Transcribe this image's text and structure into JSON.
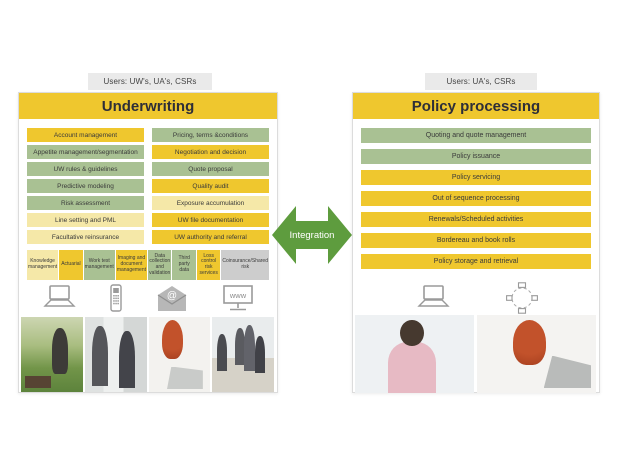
{
  "palette": {
    "bright_yellow": "#EFC72E",
    "pale_yellow": "#F5E8A8",
    "sage_green": "#A9C193",
    "gray_cell": "#CDCDCD",
    "users_label_bg": "#EAEAEA",
    "arrow_green": "#5E9C3E",
    "header_text": "#2e2e38"
  },
  "left_panel": {
    "users_label": "Users: UW's, UA's, CSRs",
    "title": "Underwriting",
    "col1": [
      "Account management",
      "Appetite management/segmentation",
      "UW rules & guidelines",
      "Predictive modeling",
      "Risk assessment",
      "Line setting and PML",
      "Facultative reinsurance"
    ],
    "col2": [
      "Pricing, terms &conditions",
      "Negotiation and decision",
      "Quote proposal",
      "Quality audit",
      "Exposure accumulation",
      "UW file documentation",
      "UW authority and referral"
    ],
    "support": [
      "Knowledge management",
      "Actuarial",
      "Work test management",
      "Imaging and document management",
      "Data collection and validation",
      "Third party data",
      "Loss control risk services",
      "Coinsurance/Shared risk"
    ],
    "icons": [
      "laptop-icon",
      "mobile-phone-icon",
      "email-icon",
      "www-monitor-icon"
    ],
    "www_text": "www"
  },
  "center": {
    "arrow_label": "Integration"
  },
  "right_panel": {
    "users_label": "Users: UA's, CSRs",
    "title": "Policy processing",
    "rows": [
      "Quoting and quote management",
      "Policy issuance",
      "Policy servicing",
      "Out of sequence processing",
      "Renewals/Scheduled activities",
      "Bordereau and book rolls",
      "Policy storage and retrieval"
    ],
    "icons": [
      "laptop-icon",
      "network-icon"
    ]
  }
}
